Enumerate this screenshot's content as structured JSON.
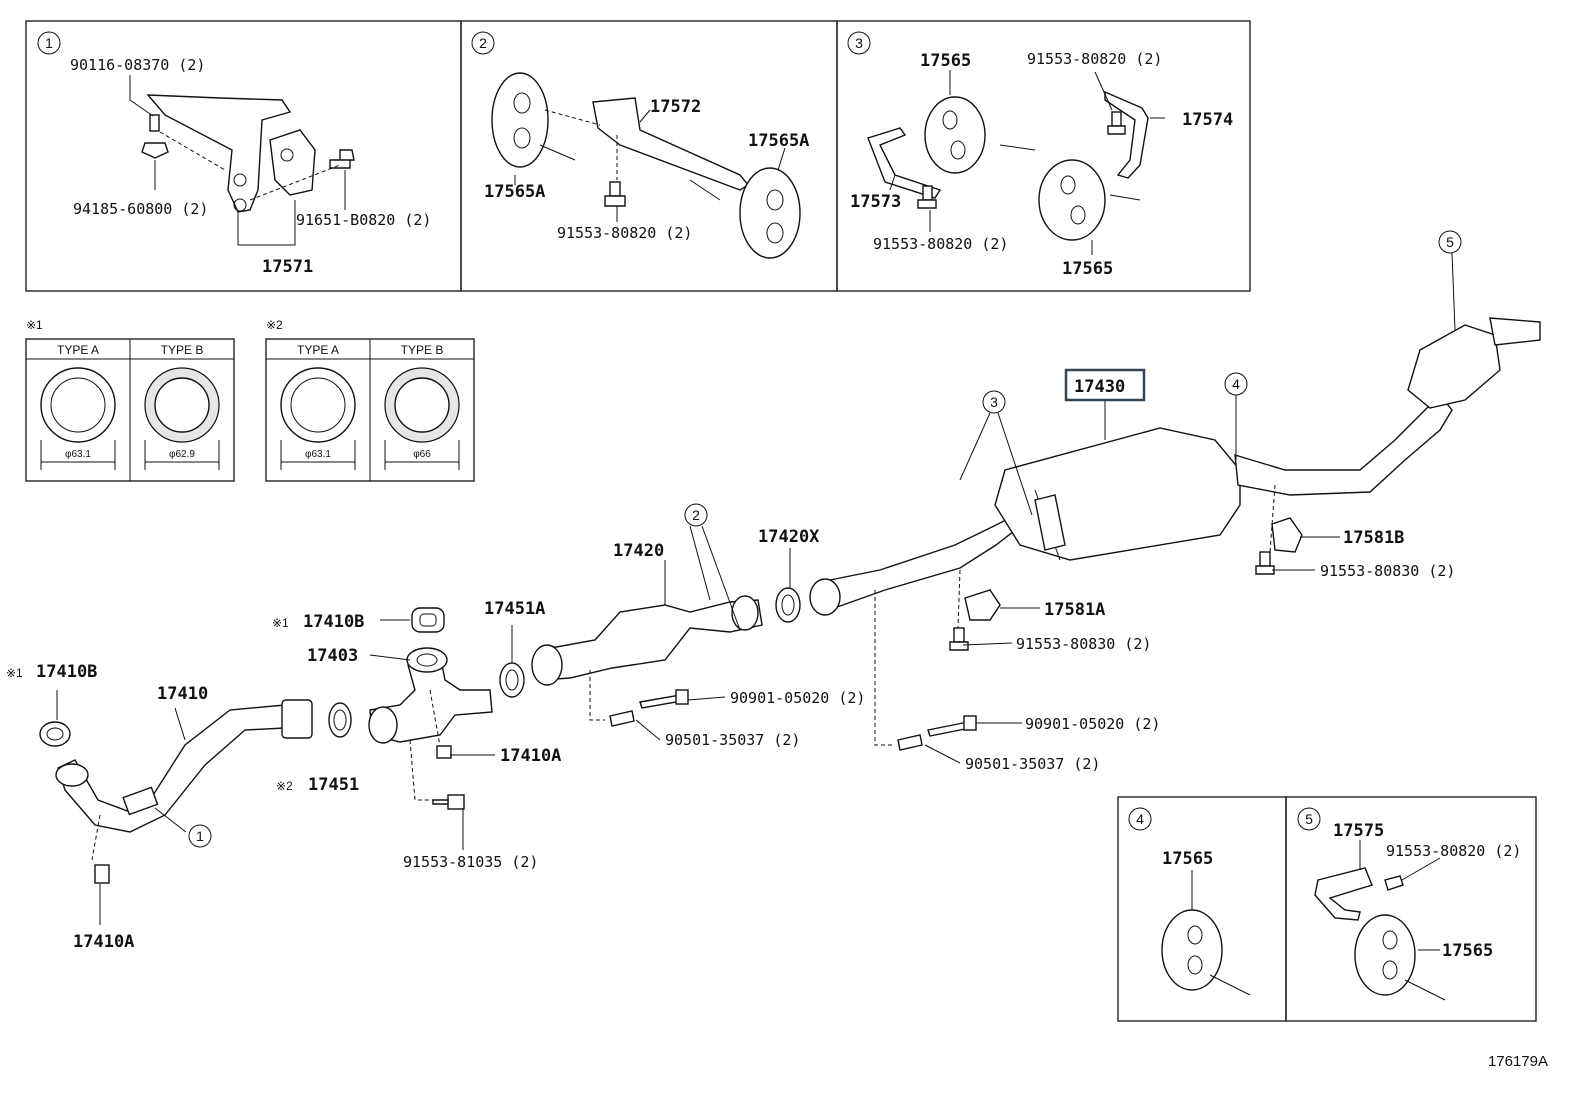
{
  "diagram": {
    "figure_code": "176179A",
    "highlighted_part": "17430",
    "detail_boxes": {
      "d1": {
        "marker": "1",
        "parts": [
          "90116-08370 (2)",
          "94185-60800 (2)",
          "91651-B0820 (2)",
          "17571"
        ]
      },
      "d2": {
        "marker": "2",
        "parts": [
          "17572",
          "17565A",
          "17565A",
          "91553-80820 (2)"
        ]
      },
      "d3": {
        "marker": "3",
        "parts": [
          "17565",
          "91553-80820 (2)",
          "17574",
          "17573",
          "91553-80820 (2)",
          "17565"
        ]
      },
      "d4": {
        "marker": "4",
        "parts": [
          "17565"
        ]
      },
      "d5": {
        "marker": "5",
        "parts": [
          "17575",
          "91553-80820 (2)",
          "17565"
        ]
      }
    },
    "gasket_tables": {
      "t1": {
        "note": "※1",
        "type_a": "TYPE A",
        "type_b": "TYPE B",
        "dim_a": "φ63.1",
        "dim_b": "φ62.9"
      },
      "t2": {
        "note": "※2",
        "type_a": "TYPE A",
        "type_b": "TYPE B",
        "dim_a": "φ63.1",
        "dim_b": "φ66"
      }
    },
    "main_labels": {
      "p17430": "17430",
      "p17581B": "17581B",
      "b91553_80830_b": "91553-80830 (2)",
      "p17420X": "17420X",
      "p17420": "17420",
      "p17581A": "17581A",
      "b91553_80830_a": "91553-80830 (2)",
      "p17451A": "17451A",
      "p17410B_top": "17410B",
      "note_17410B_top": "※1",
      "p17403": "17403",
      "p17410B_left": "17410B",
      "note_17410B_left": "※1",
      "p17410": "17410",
      "p17410A_mid": "17410A",
      "p17451": "17451",
      "note_17451": "※2",
      "b90901_05020_a": "90901-05020 (2)",
      "s90501_35037_a": "90501-35037 (2)",
      "b90901_05020_b": "90901-05020 (2)",
      "s90501_35037_b": "90501-35037 (2)",
      "b91553_81035": "91553-81035 (2)",
      "p17410A_bottom": "17410A"
    },
    "callouts": {
      "c1": "1",
      "c2": "2",
      "c3": "3",
      "c4": "4",
      "c5": "5"
    }
  }
}
